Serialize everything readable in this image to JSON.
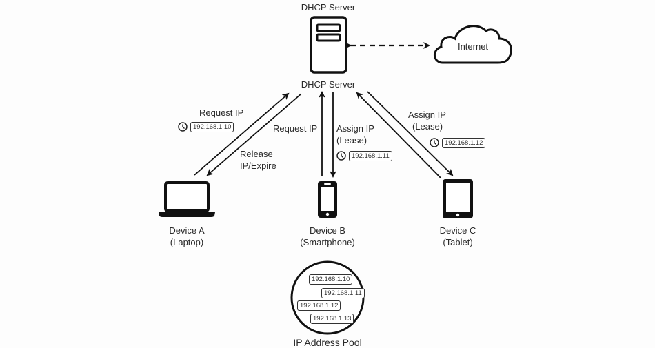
{
  "server": {
    "top_label": "DHCP Server",
    "bottom_label": "DHCP Server"
  },
  "internet": {
    "label": "Internet"
  },
  "devices": [
    {
      "name": "Device A",
      "type": "(Laptop)"
    },
    {
      "name": "Device B",
      "type": "(Smartphone)"
    },
    {
      "name": "Device C",
      "type": "(Tablet)"
    }
  ],
  "flows": {
    "a_request": "Request IP",
    "a_request_ip": "192.168.1.10",
    "a_release_line1": "Release",
    "a_release_line2": "IP/Expire",
    "b_request": "Request IP",
    "b_assign_line1": "Assign IP",
    "b_assign_line2": "(Lease)",
    "b_assign_ip": "192.168.1.11",
    "c_assign_line1": "Assign IP",
    "c_assign_line2": "(Lease)",
    "c_assign_ip": "192.168.1.12"
  },
  "pool": {
    "label": "IP Address Pool",
    "addresses": [
      "192.168.1.10",
      "192.168.1.11",
      "192.168.1.12",
      "192.168.1.13"
    ]
  }
}
